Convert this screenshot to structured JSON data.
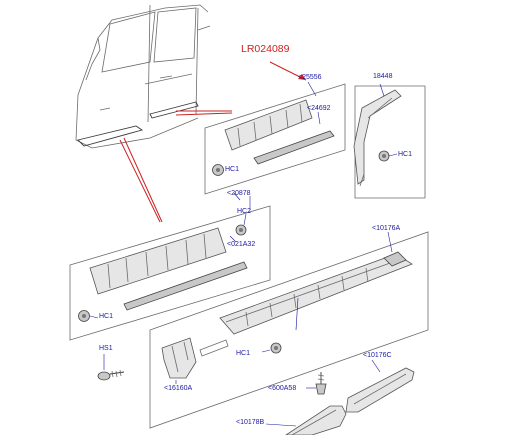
{
  "highlight": {
    "part_number": "LR024089",
    "color": "#cc2222"
  },
  "colors": {
    "label": "#1a1aa0",
    "line": "#555555"
  },
  "labels": {
    "p25556": "<25556",
    "p24692": "<24692",
    "p18448": "18448",
    "hc1_a": "HC1",
    "hc1_b": "HC1",
    "p20878": "<20878",
    "hc2": "HC2",
    "p021a32": "<021A32",
    "hc1_c": "HC1",
    "p10176a": "<10176A",
    "hs1": "HS1",
    "hc1_d": "HC1",
    "p16160a": "<16160A",
    "p10176c": "<10176C",
    "p600a58": "<600A58",
    "p10178b": "<10178B"
  }
}
